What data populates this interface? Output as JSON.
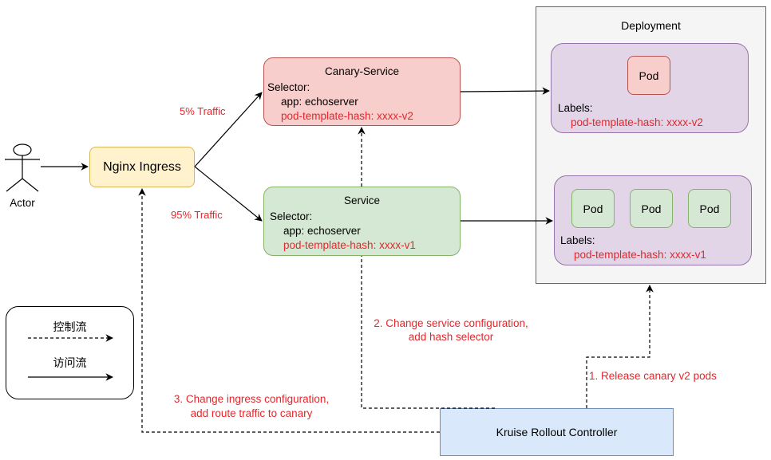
{
  "actor": {
    "label": "Actor"
  },
  "ingress": {
    "title": "Nginx Ingress"
  },
  "canary_service": {
    "title": "Canary-Service",
    "selector_label": "Selector:",
    "app_line": "app: echoserver",
    "hash_line": "pod-template-hash: xxxx-v2"
  },
  "service": {
    "title": "Service",
    "selector_label": "Selector:",
    "app_line": "app: echoserver",
    "hash_line": "pod-template-hash: xxxx-v1"
  },
  "traffic": {
    "canary_label": "5% Traffic",
    "stable_label": "95% Traffic"
  },
  "deployment": {
    "title": "Deployment",
    "canary_group": {
      "pods": [
        "Pod"
      ],
      "labels_label": "Labels:",
      "hash_line": "pod-template-hash: xxxx-v2"
    },
    "stable_group": {
      "pods": [
        "Pod",
        "Pod",
        "Pod"
      ],
      "labels_label": "Labels:",
      "hash_line": "pod-template-hash: xxxx-v1"
    }
  },
  "legend": {
    "control_flow": "控制流",
    "access_flow": "访问流"
  },
  "steps": {
    "step1": "1. Release canary v2 pods",
    "step2_line1": "2. Change service configuration,",
    "step2_line2": "add hash selector",
    "step3_line1": "3. Change ingress configuration,",
    "step3_line2": "add route traffic to canary"
  },
  "controller": {
    "title": "Kruise Rollout Controller"
  },
  "colors": {
    "ingress_fill": "#fff2cc",
    "ingress_stroke": "#d6b656",
    "canary_fill": "#f8cecc",
    "canary_stroke": "#b85450",
    "service_fill": "#d5e8d4",
    "service_stroke": "#82b366",
    "group_fill": "#e1d5e7",
    "group_stroke": "#9673a6",
    "deployment_fill": "#f5f5f5",
    "deployment_stroke": "#666666",
    "controller_fill": "#dae8fc",
    "controller_stroke": "#6c8ebf",
    "annotation_red": "#e6262b"
  }
}
